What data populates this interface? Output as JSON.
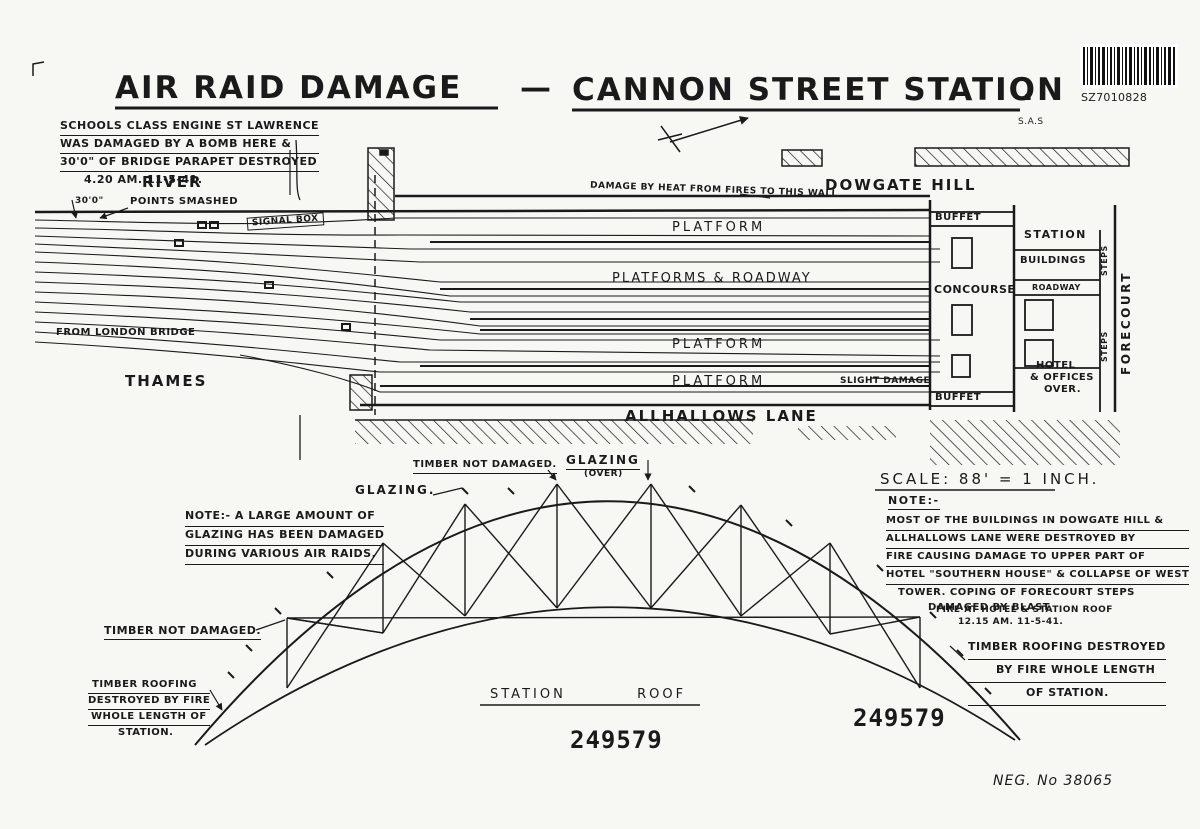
{
  "title_part1": "AIR RAID DAMAGE",
  "title_dash": "—",
  "title_part2": "CANNON STREET STATION",
  "title_dot": ".",
  "catalogue_number": "SZ7010828",
  "initials": "S.A.S",
  "engine_note": [
    "SCHOOLS CLASS ENGINE ST LAWRENCE",
    "WAS DAMAGED BY A BOMB HERE &",
    "30'0\" OF BRIDGE PARAPET DESTROYED",
    "4.20 AM. 11-5-41."
  ],
  "dimension_30": "30'0\"",
  "river_label": "RIVER",
  "thames_label": "THAMES",
  "points_smashed": "POINTS SMASHED",
  "signal_box": "SIGNAL BOX",
  "from_london_bridge": "FROM LONDON BRIDGE",
  "heat_damage": "DAMAGE BY HEAT FROM FIRES TO THIS WALL",
  "dowgate_hill": "DOWGATE HILL",
  "allhallows_lane": "ALLHALLOWS LANE",
  "platform_top": "PLATFORM",
  "platforms_roadway": "PLATFORMS & ROADWAY",
  "platform_mid": "PLATFORM",
  "platform_bottom": "PLATFORM",
  "slight_damage": "SLIGHT DAMAGE",
  "buffet_top": "BUFFET",
  "buffet_bottom": "BUFFET",
  "concourse": "CONCOURSE",
  "station_label": "STATION",
  "buildings_label": "BUILDINGS",
  "roadway_label": "ROADWAY",
  "steps_top": "STEPS",
  "steps_bottom": "STEPS",
  "forecourt": "FORECOURT",
  "hotel_offices": [
    "HOTEL",
    "& OFFICES",
    "OVER."
  ],
  "glazing_over": "GLAZING",
  "over_label": "(OVER)",
  "glazing_left": "GLAZING.",
  "timber_top": "TIMBER NOT DAMAGED.",
  "glazing_note": [
    "NOTE:- A LARGE AMOUNT OF",
    "GLAZING HAS BEEN DAMAGED",
    "DURING VARIOUS AIR RAIDS."
  ],
  "timber_left": "TIMBER NOT DAMAGED.",
  "timber_roofing_left": [
    "TIMBER ROOFING",
    "DESTROYED BY FIRE",
    "WHOLE LENGTH OF",
    "STATION."
  ],
  "scale": "SCALE: 88' = 1 INCH.",
  "note_heading": "NOTE:-",
  "note_body": [
    "MOST OF THE BUILDINGS IN DOWGATE HILL &",
    "ALLHALLOWS LANE WERE DESTROYED BY",
    "FIRE CAUSING DAMAGE TO UPPER PART OF",
    "HOTEL \"SOUTHERN HOUSE\" & COLLAPSE OF WEST",
    "TOWER. COPING OF FORECOURT STEPS",
    "DAMAGED BY BLAST."
  ],
  "fire_note": [
    "FIRE AT HOTEL & STATION ROOF",
    "12.15 AM. 11-5-41."
  ],
  "timber_roofing_right": [
    "TIMBER ROOFING DESTROYED",
    "BY FIRE WHOLE LENGTH",
    "OF STATION."
  ],
  "station_roof": "STATION          ROOF",
  "number_left": "249579",
  "number_right": "249579",
  "negative": "NEG. No 38065"
}
